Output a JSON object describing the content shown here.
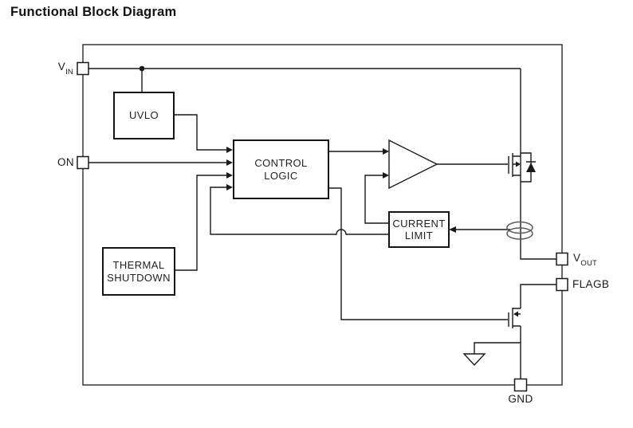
{
  "title": "Functional Block Diagram",
  "blocks": {
    "uvlo": {
      "lines": [
        "UVLO"
      ]
    },
    "control_logic": {
      "lines": [
        "CONTROL",
        "LOGIC"
      ]
    },
    "thermal_shutdown": {
      "lines": [
        "THERMAL",
        "SHUTDOWN"
      ]
    },
    "current_limit": {
      "lines": [
        "CURRENT",
        "LIMIT"
      ]
    }
  },
  "pins": {
    "vin": {
      "base": "V",
      "sub": "IN"
    },
    "on": {
      "label": "ON"
    },
    "vout": {
      "base": "V",
      "sub": "OUT"
    },
    "flagb": {
      "label": "FLAGB"
    },
    "gnd": {
      "label": "GND"
    }
  },
  "colors": {
    "line": "#1a1a1a",
    "sense_coil": "#5a5a5a",
    "background": "#ffffff"
  }
}
